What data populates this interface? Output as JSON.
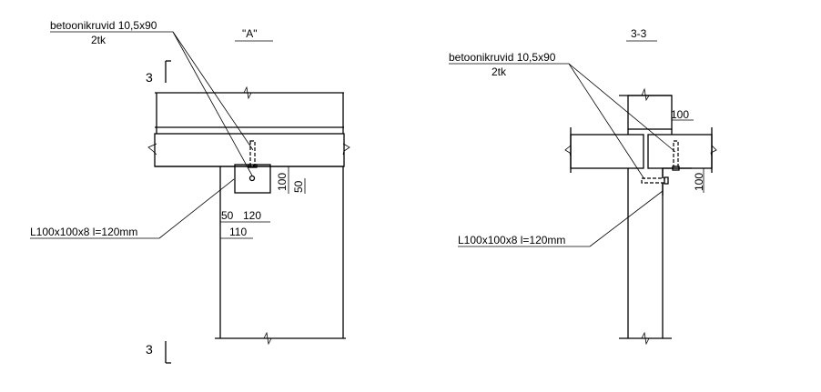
{
  "view_a": {
    "title": "\"A\"",
    "anchor_label": "betoonikruvid 10,5x90",
    "anchor_qty": "2tk",
    "angle_label": "L100x100x8  l=120mm",
    "dims": {
      "d100": "100",
      "d50v": "50",
      "d50h": "50",
      "d120": "120",
      "d110": "110"
    },
    "section_mark_top": "3",
    "section_mark_bottom": "3"
  },
  "view_33": {
    "title": "3-3",
    "anchor_label": "betoonikruvid 10,5x90",
    "anchor_qty": "2tk",
    "angle_label": "L100x100x8  l=120mm",
    "dims": {
      "d100h": "100",
      "d100v": "100"
    }
  }
}
